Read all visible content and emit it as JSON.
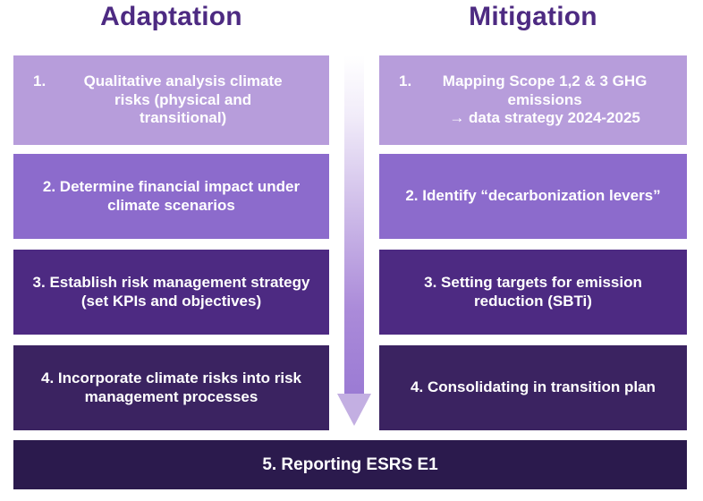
{
  "diagram": {
    "title_left": "Adaptation",
    "title_right": "Mitigation",
    "colors": {
      "header_text": "#4d2a82",
      "row1": "#b79ddb",
      "row2": "#8c6bcc",
      "row3": "#4d2a82",
      "row4": "#3b2361",
      "bottom_bar": "#2b1a4d",
      "arrow_top": "#ffffff",
      "arrow_bottom": "#9b7bd4",
      "arrow_head": "#c3afe2",
      "page_background": "#ffffff"
    },
    "arrow": {
      "name": "downward-gradient-arrow",
      "direction": "down"
    },
    "adaptation": {
      "steps": [
        {
          "number": "1.",
          "line1": "Qualitative analysis climate",
          "line2": "risks (physical and",
          "line3": "transitional)"
        },
        {
          "text": "2. Determine financial impact under climate scenarios"
        },
        {
          "text": "3. Establish risk management strategy (set KPIs and objectives)"
        },
        {
          "text": "4. Incorporate climate risks into risk management processes"
        }
      ]
    },
    "mitigation": {
      "steps": [
        {
          "number": "1.",
          "line1": "Mapping Scope 1,2 & 3 GHG",
          "line2": "emissions",
          "line3": "→ data strategy 2024-2025"
        },
        {
          "text": "2. Identify “decarbonization levers”"
        },
        {
          "text": "3. Setting targets for emission reduction (SBTi)"
        },
        {
          "text": "4. Consolidating in transition plan"
        }
      ]
    },
    "footer": {
      "text": "5. Reporting ESRS E1"
    }
  }
}
